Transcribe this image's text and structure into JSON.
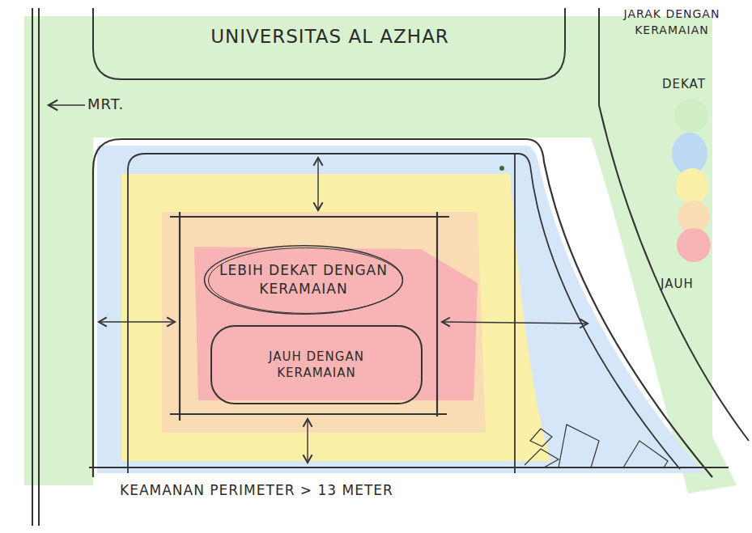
{
  "diagram": {
    "nodes": [
      {
        "text": [
          "UNIVERSITAS AL AZHAR"
        ]
      },
      {
        "text": [
          "LEBIH DEKAT DENGAN KERAMAIAN"
        ]
      },
      {
        "text": [
          "JAUH DENGAN KERAMAIAN"
        ]
      }
    ],
    "labels": [
      "MRT.",
      "JARAK DENGAN KERAMAIAN",
      "KEAMANAN PERIMETER > 13 METER"
    ],
    "legend": [
      {
        "text": "DEKAT",
        "color": "#cfeec4"
      },
      {
        "text": "JAUH",
        "color": "#f8b4b4"
      }
    ]
  }
}
